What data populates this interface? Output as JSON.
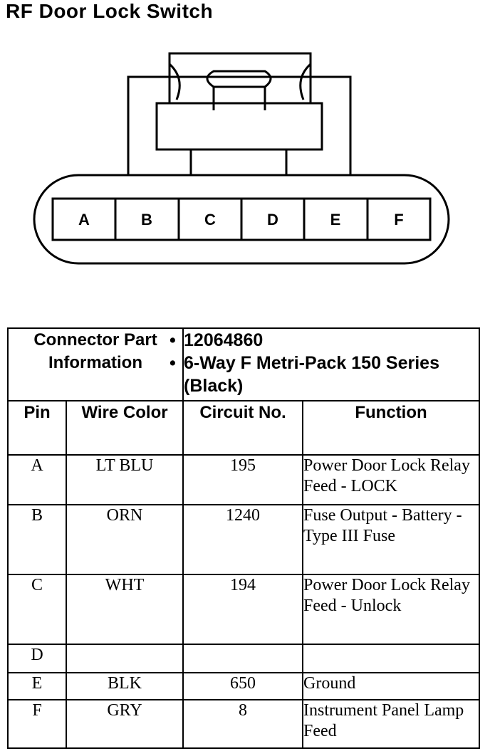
{
  "title": "RF Door Lock Switch",
  "connector_pins": [
    "A",
    "B",
    "C",
    "D",
    "E",
    "F"
  ],
  "table": {
    "info_label": "Connector Part Information",
    "info_items": [
      "12064860",
      "6-Way F Metri-Pack 150 Series (Black)"
    ],
    "headers": {
      "pin": "Pin",
      "wire_color": "Wire Color",
      "circuit": "Circuit No.",
      "function": "Function"
    },
    "rows": [
      {
        "pin": "A",
        "color": "LT BLU",
        "circuit": "195",
        "function": "Power Door Lock Relay Feed - LOCK"
      },
      {
        "pin": "B",
        "color": "ORN",
        "circuit": "1240",
        "function": "Fuse Output - Battery - Type III Fuse"
      },
      {
        "pin": "C",
        "color": "WHT",
        "circuit": "194",
        "function": "Power Door Lock Relay Feed - Unlock"
      },
      {
        "pin": "D",
        "color": "",
        "circuit": "",
        "function": ""
      },
      {
        "pin": "E",
        "color": "BLK",
        "circuit": "650",
        "function": "Ground"
      },
      {
        "pin": "F",
        "color": "GRY",
        "circuit": "8",
        "function": "Instrument Panel Lamp Feed"
      }
    ]
  }
}
